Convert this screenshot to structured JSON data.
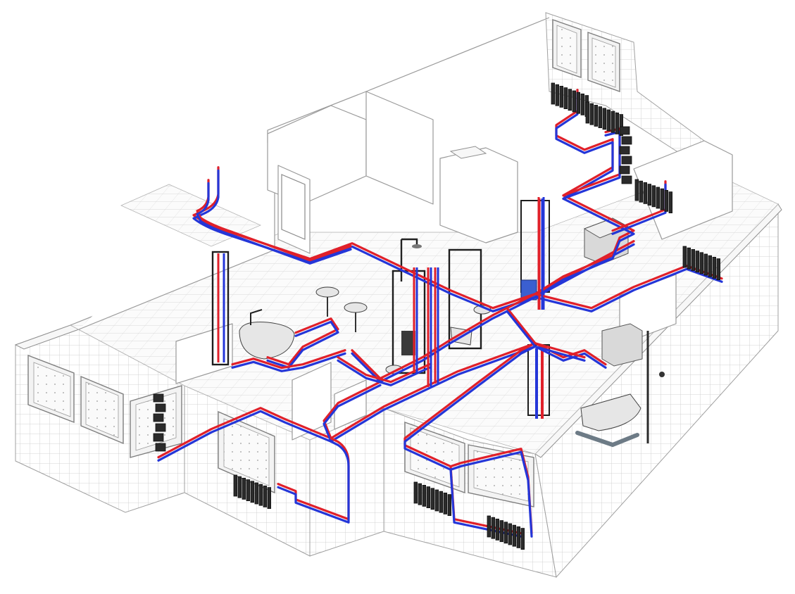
{
  "colors": {
    "hot": "#e0202a",
    "cold": "#2436d8",
    "mixed": "#7a2aa8",
    "wall_line": "#9a9a9a",
    "background": "#ffffff"
  },
  "legend": "",
  "systems": [
    {
      "name": "",
      "kind": "heating-supply",
      "color_key": "hot"
    },
    {
      "name": "",
      "kind": "heating-return",
      "color_key": "cold"
    }
  ],
  "fixtures": [
    "freestanding-bathtub-icon",
    "wash-basin-icon",
    "shower-head-icon",
    "wall-hung-toilet-icon",
    "installation-frame-icon",
    "bathtub-icon",
    "boiler-icon",
    "distribution-manifold-icon",
    "radiator-icon",
    "drain-pipe-icon"
  ],
  "radiator_count": 9
}
